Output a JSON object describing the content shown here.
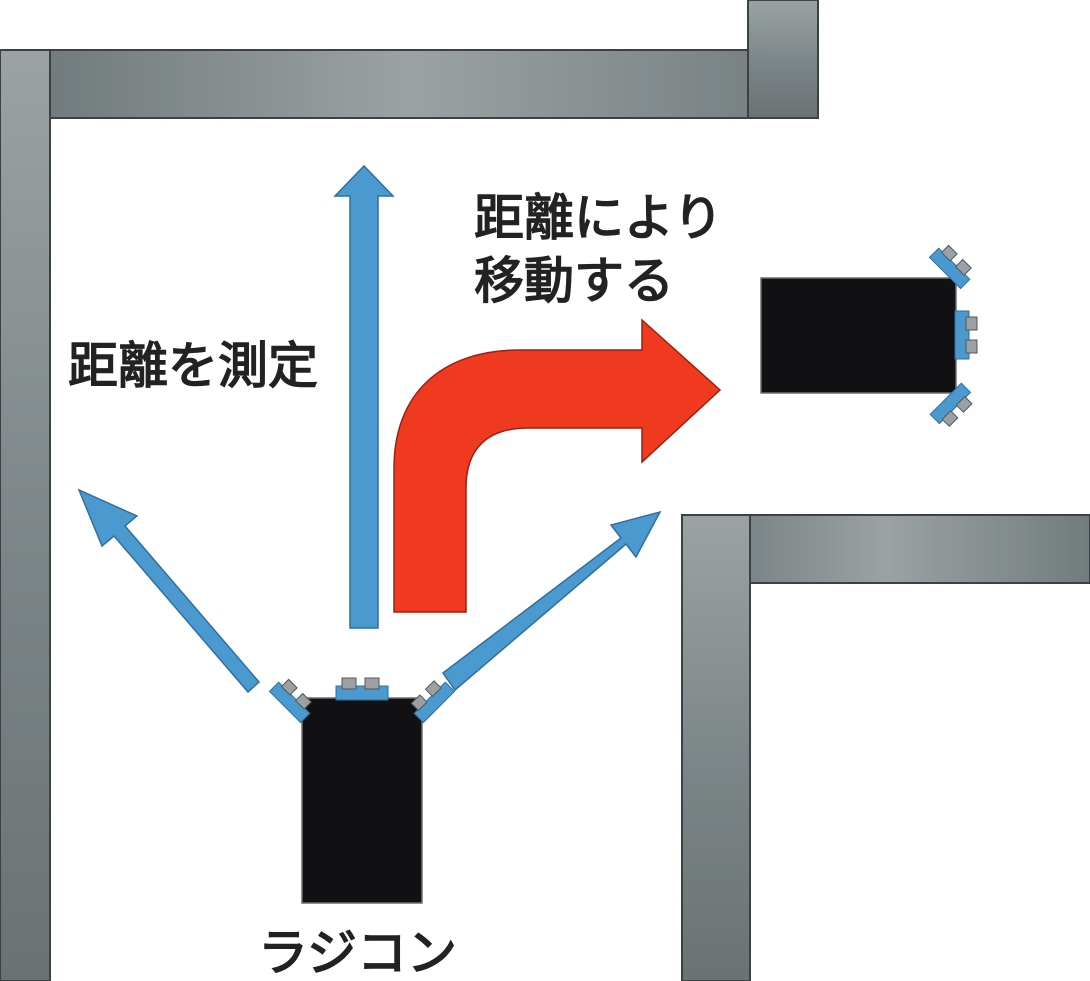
{
  "labels": {
    "measure": "距離を測定",
    "move_line1": "距離により",
    "move_line2": "移動する",
    "car": "ラジコン"
  },
  "colors": {
    "sensor_arrow": "#4a9ad0",
    "turn_arrow": "#f03a20",
    "car_body": "#111114",
    "wall": "#7d8587",
    "sensor_housing": "#4a9ad0",
    "sensor_chip": "#9aa0a4"
  }
}
